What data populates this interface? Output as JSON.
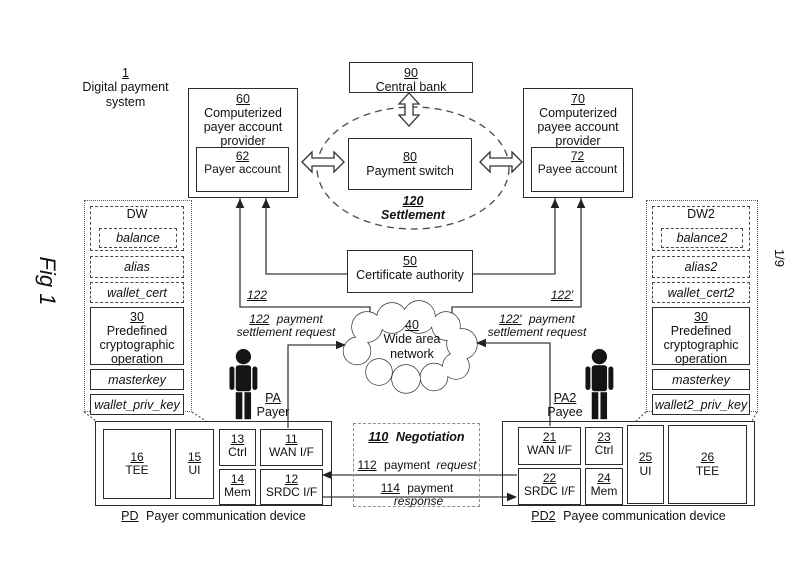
{
  "fig": {
    "label": "Fig 1",
    "sheet": "1/9"
  },
  "system": {
    "num": "1",
    "name": "Digital payment system"
  },
  "central_bank": {
    "num": "90",
    "name": "Central bank"
  },
  "payment_switch": {
    "num": "80",
    "name": "Payment switch"
  },
  "settlement": {
    "num": "120",
    "name": "Settlement"
  },
  "payer_provider": {
    "num": "60",
    "name": "Computerized payer account provider",
    "account": {
      "num": "62",
      "name": "Payer account"
    }
  },
  "payee_provider": {
    "num": "70",
    "name": "Computerized payee account provider",
    "account": {
      "num": "72",
      "name": "Payee account"
    }
  },
  "certificate_authority": {
    "num": "50",
    "name": "Certificate authority"
  },
  "wan": {
    "num": "40",
    "name": "Wide area network"
  },
  "dw": {
    "title": "DW",
    "balance": "balance",
    "alias": "alias",
    "wallet_cert": "wallet_cert",
    "crypto": {
      "num": "30",
      "name": "Predefined cryptographic operation"
    },
    "masterkey": "masterkey",
    "priv_key": "wallet_priv_key"
  },
  "dw2": {
    "title": "DW2",
    "balance": "balance2",
    "alias": "alias2",
    "wallet_cert": "wallet_cert2",
    "crypto": {
      "num": "30",
      "name": "Predefined cryptographic operation"
    },
    "masterkey": "masterkey",
    "priv_key": "wallet2_priv_key"
  },
  "flows": {
    "ref122": "122",
    "ref122p": "122'",
    "settle_req": {
      "num": "122",
      "text": "payment settlement request"
    },
    "settle_req2": {
      "num": "122'",
      "text": "payment settlement request"
    }
  },
  "payer": {
    "num": "PA",
    "name": "Payer"
  },
  "payee": {
    "num": "PA2",
    "name": "Payee"
  },
  "negotiation": {
    "num": "110",
    "name": "Negotiation",
    "request": {
      "num": "112",
      "pre": "payment",
      "em": "request"
    },
    "response": {
      "num": "114",
      "pre": "payment",
      "em": "response"
    }
  },
  "pd": {
    "num": "PD",
    "name": "Payer communication device",
    "tee": {
      "num": "16",
      "name": "TEE"
    },
    "ui": {
      "num": "15",
      "name": "UI"
    },
    "ctrl": {
      "num": "13",
      "name": "Ctrl"
    },
    "mem": {
      "num": "14",
      "name": "Mem"
    },
    "wan_if": {
      "num": "11",
      "name": "WAN I/F"
    },
    "srdc_if": {
      "num": "12",
      "name": "SRDC I/F"
    }
  },
  "pd2": {
    "num": "PD2",
    "name": "Payee communication device",
    "wan_if": {
      "num": "21",
      "name": "WAN I/F"
    },
    "ctrl": {
      "num": "23",
      "name": "Ctrl"
    },
    "srdc_if": {
      "num": "22",
      "name": "SRDC I/F"
    },
    "mem": {
      "num": "24",
      "name": "Mem"
    },
    "ui": {
      "num": "25",
      "name": "UI"
    },
    "tee": {
      "num": "26",
      "name": "TEE"
    }
  },
  "colors": {
    "ink": "#1a1a1a",
    "line": "#3a3a3a",
    "bg": "#ffffff"
  }
}
